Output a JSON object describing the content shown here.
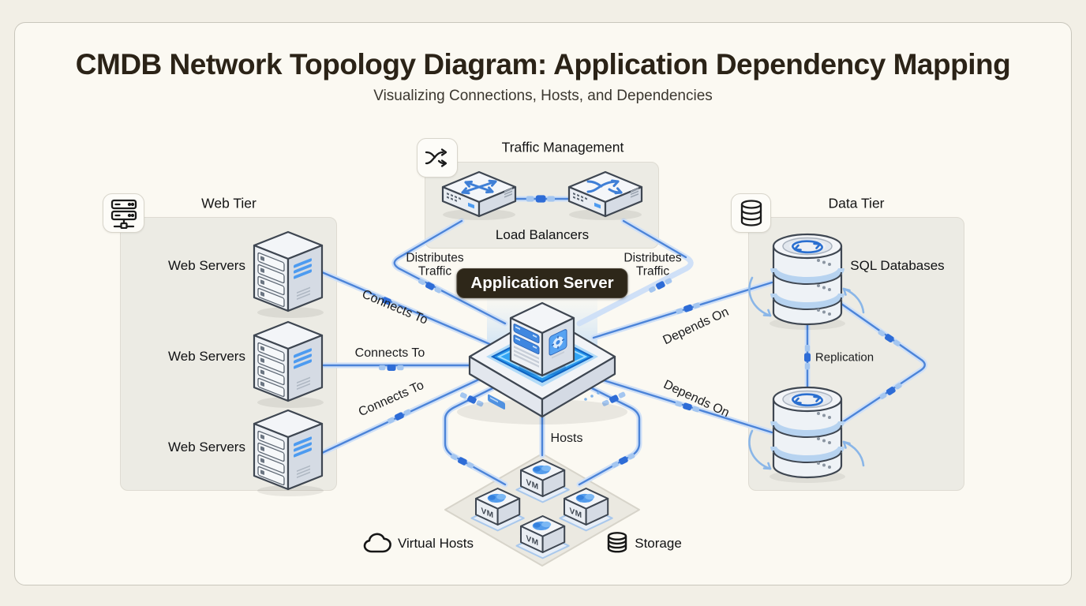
{
  "header": {
    "title": "CMDB Network Topology Diagram: Application Dependency Mapping",
    "subtitle": "Visualizing Connections, Hosts, and Dependencies"
  },
  "tiers": {
    "web": {
      "title": "Web Tier",
      "icon": "server-rack-icon",
      "nodes": [
        {
          "label": "Web Servers"
        },
        {
          "label": "Web Servers"
        },
        {
          "label": "Web Servers"
        }
      ]
    },
    "traffic": {
      "title": "Traffic Management",
      "icon": "shuffle-icon",
      "node_label": "Load Balancers"
    },
    "data": {
      "title": "Data Tier",
      "icon": "database-icon",
      "node_label": "SQL Databases"
    }
  },
  "app_server": {
    "label": "Application Server"
  },
  "vm_platform": {
    "vm_label": "VM"
  },
  "edges": {
    "connects_to": "Connects To",
    "distributes_traffic": "Distributes Traffic",
    "depends_on": "Depends On",
    "hosts": "Hosts",
    "replication": "Replication"
  },
  "legend": {
    "virtual_hosts": "Virtual Hosts",
    "storage": "Storage"
  },
  "colors": {
    "line_blue": "#4c84d8",
    "line_glow": "#cfe0f7",
    "packet_dark": "#2e6cd6",
    "packet_light": "#a4c6f0",
    "accent_blue": "#4d9bf0",
    "badge_bg": "#2e2719",
    "title_text": "#2b2317",
    "panel_bg": "#ecebe4",
    "card_bg": "#fbf9f2"
  }
}
